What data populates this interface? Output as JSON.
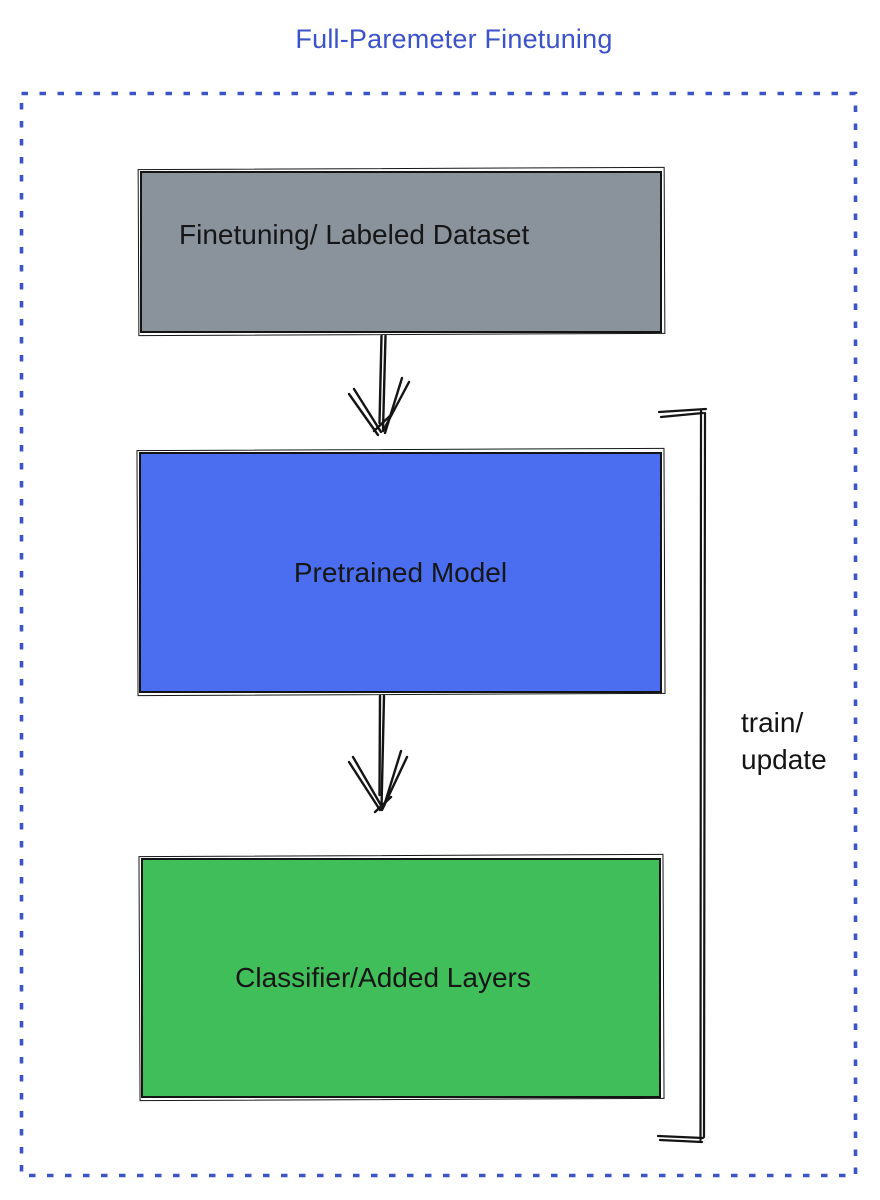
{
  "title": {
    "text": "Full-Paremeter Finetuning",
    "color": "#3B52CB"
  },
  "nodes": [
    {
      "id": "finetuning-dataset",
      "label": "Finetuning/ Labeled Dataset",
      "fill": "#8A929C"
    },
    {
      "id": "pretrained-model",
      "label": "Pretrained Model",
      "fill": "#4A6EEF"
    },
    {
      "id": "classifier-added-layers",
      "label": "Classifier/Added Layers",
      "fill": "#3FBE5A"
    }
  ],
  "edges": [
    {
      "from": "finetuning-dataset",
      "to": "pretrained-model",
      "style": "sketch-arrow"
    },
    {
      "from": "pretrained-model",
      "to": "classifier-added-layers",
      "style": "sketch-arrow"
    }
  ],
  "bracket_label": {
    "line1": "train/",
    "line2": "update"
  },
  "colors": {
    "ink": "#141414",
    "dotted_border": "#3B54C8"
  }
}
